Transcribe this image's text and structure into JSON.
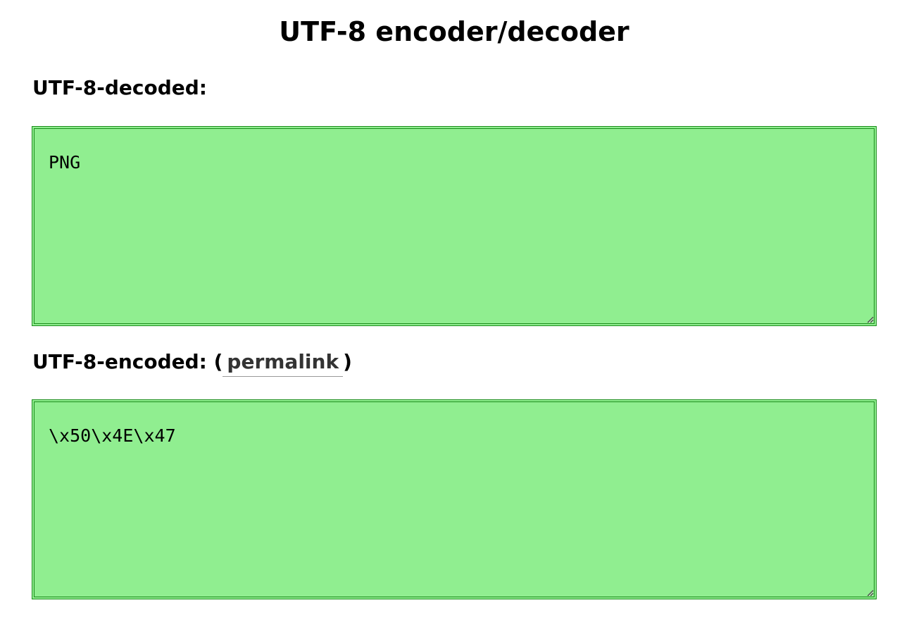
{
  "page": {
    "title": "UTF-8 encoder/decoder"
  },
  "decoded": {
    "label": "UTF-8-decoded:",
    "value": "PNG"
  },
  "encoded": {
    "label": "UTF-8-encoded:",
    "paren_open": "(",
    "permalink_label": "permalink",
    "paren_close": ")",
    "value": "\\x50\\x4E\\x47"
  },
  "colors": {
    "textarea_background": "#90ee90",
    "textarea_border": "#1a8c1a",
    "link_text": "#333333"
  },
  "icons": {
    "resize_grip": "resize-grip-icon"
  }
}
